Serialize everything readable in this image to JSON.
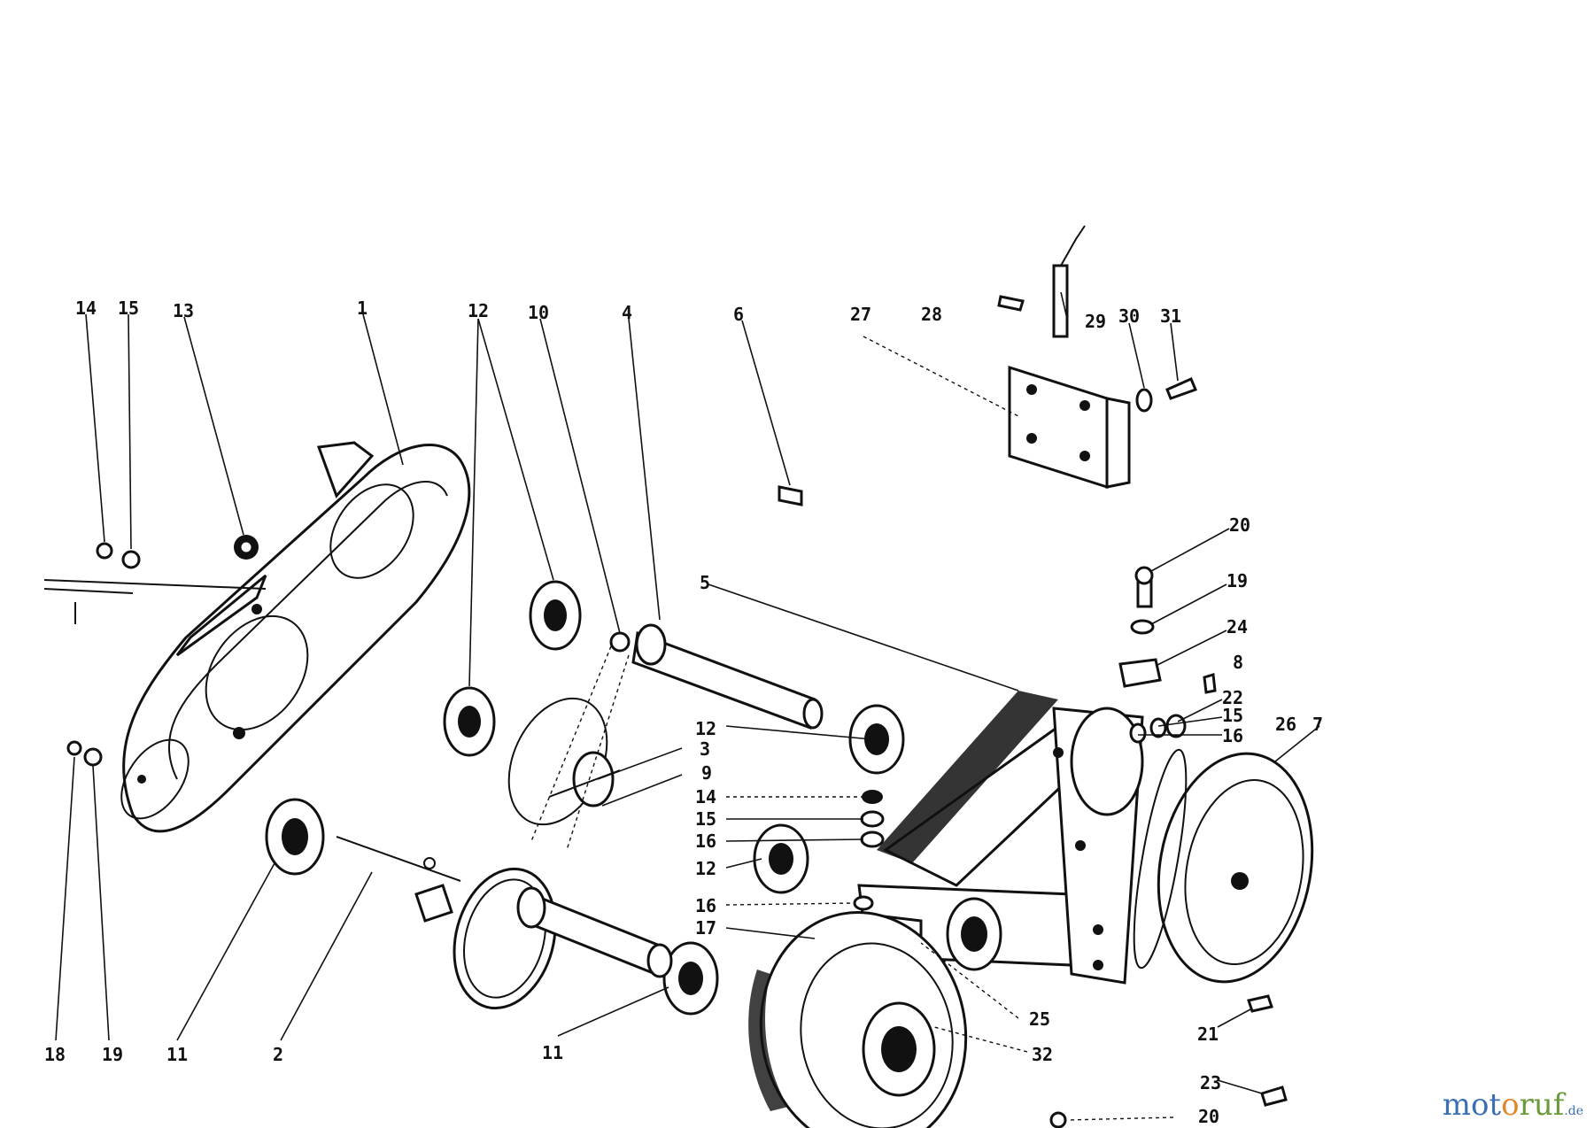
{
  "callouts": [
    {
      "id": "c14a",
      "label": "14"
    },
    {
      "id": "c15a",
      "label": "15"
    },
    {
      "id": "c13",
      "label": "13"
    },
    {
      "id": "c1",
      "label": "1"
    },
    {
      "id": "c12a",
      "label": "12"
    },
    {
      "id": "c10",
      "label": "10"
    },
    {
      "id": "c4",
      "label": "4"
    },
    {
      "id": "c6",
      "label": "6"
    },
    {
      "id": "c27",
      "label": "27"
    },
    {
      "id": "c28",
      "label": "28"
    },
    {
      "id": "c29",
      "label": "29"
    },
    {
      "id": "c30",
      "label": "30"
    },
    {
      "id": "c31",
      "label": "31"
    },
    {
      "id": "c20a",
      "label": "20"
    },
    {
      "id": "c19a",
      "label": "19"
    },
    {
      "id": "c24",
      "label": "24"
    },
    {
      "id": "c8",
      "label": "8"
    },
    {
      "id": "c5",
      "label": "5"
    },
    {
      "id": "c22",
      "label": "22"
    },
    {
      "id": "c15b",
      "label": "15"
    },
    {
      "id": "c16a",
      "label": "16"
    },
    {
      "id": "c26",
      "label": "26"
    },
    {
      "id": "c7",
      "label": "7"
    },
    {
      "id": "c12b",
      "label": "12"
    },
    {
      "id": "c3",
      "label": "3"
    },
    {
      "id": "c9",
      "label": "9"
    },
    {
      "id": "c14b",
      "label": "14"
    },
    {
      "id": "c15c",
      "label": "15"
    },
    {
      "id": "c16b",
      "label": "16"
    },
    {
      "id": "c12c",
      "label": "12"
    },
    {
      "id": "c16c",
      "label": "16"
    },
    {
      "id": "c17",
      "label": "17"
    },
    {
      "id": "c18",
      "label": "18"
    },
    {
      "id": "c19b",
      "label": "19"
    },
    {
      "id": "c11a",
      "label": "11"
    },
    {
      "id": "c2",
      "label": "2"
    },
    {
      "id": "c11b",
      "label": "11"
    },
    {
      "id": "c25",
      "label": "25"
    },
    {
      "id": "c32",
      "label": "32"
    },
    {
      "id": "c21",
      "label": "21"
    },
    {
      "id": "c23",
      "label": "23"
    },
    {
      "id": "c20b",
      "label": "20"
    }
  ],
  "watermark": {
    "part1": "mot",
    "part2": "o",
    "part3": "ruf",
    "part4": ".de"
  }
}
